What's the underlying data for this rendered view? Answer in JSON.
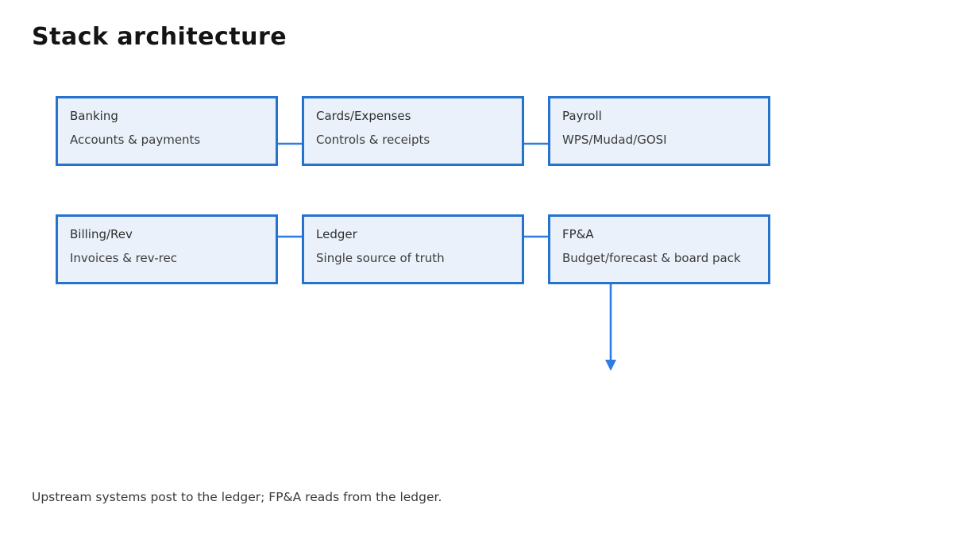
{
  "page": {
    "title": "Stack architecture",
    "caption": "Upstream systems post to the ledger; FP&A reads from the ledger."
  },
  "colors": {
    "box_border": "#2673cd",
    "box_fill": "#eaf1fb",
    "arrow": "#2e7ce2",
    "title_text": "#141414",
    "caption_text": "#3a3a3a"
  },
  "diagram": {
    "boxes": [
      {
        "id": "banking",
        "title": "Banking",
        "subtitle": "Accounts & payments"
      },
      {
        "id": "cards-expenses",
        "title": "Cards/Expenses",
        "subtitle": "Controls & receipts"
      },
      {
        "id": "payroll",
        "title": "Payroll",
        "subtitle": "WPS/Mudad/GOSI"
      },
      {
        "id": "billing-rev",
        "title": "Billing/Rev",
        "subtitle": "Invoices & rev-rec"
      },
      {
        "id": "ledger",
        "title": "Ledger",
        "subtitle": "Single source of truth"
      },
      {
        "id": "fpa",
        "title": "FP&A",
        "subtitle": "Budget/forecast & board pack"
      }
    ],
    "connections": [
      {
        "from": "banking",
        "to": "cards-expenses",
        "direction": "right"
      },
      {
        "from": "cards-expenses",
        "to": "payroll",
        "direction": "right"
      },
      {
        "from": "billing-rev",
        "to": "ledger",
        "direction": "right"
      },
      {
        "from": "ledger",
        "to": "fpa",
        "direction": "right"
      },
      {
        "from": "fpa",
        "to": "below",
        "direction": "down"
      }
    ]
  }
}
